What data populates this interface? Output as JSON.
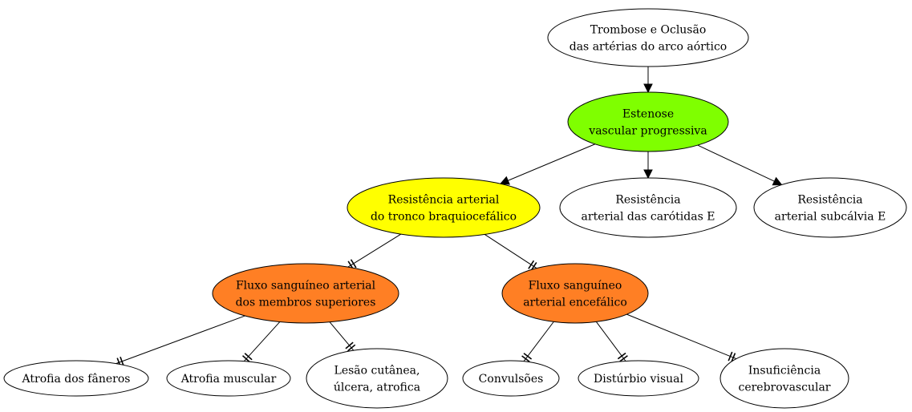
{
  "nodes": [
    {
      "id": "trombose",
      "lines": [
        "Trombose e Oclusão",
        "das artérias do arco aórtico"
      ],
      "fill": "#ffffff"
    },
    {
      "id": "estenose",
      "lines": [
        "Estenose",
        "vascular progressiva"
      ],
      "fill": "#7fff00"
    },
    {
      "id": "res-tronco",
      "lines": [
        "Resistência arterial",
        "do tronco braquiocefálico"
      ],
      "fill": "#ffff00"
    },
    {
      "id": "res-carotidas",
      "lines": [
        "Resistência",
        "arterial das carótidas E"
      ],
      "fill": "#ffffff"
    },
    {
      "id": "res-subclavia",
      "lines": [
        "Resistência",
        "arterial subcálvia E"
      ],
      "fill": "#ffffff"
    },
    {
      "id": "fluxo-membros",
      "lines": [
        "Fluxo sanguíneo arterial",
        "dos membros superiores"
      ],
      "fill": "#ff7f24"
    },
    {
      "id": "fluxo-encefalico",
      "lines": [
        "Fluxo sanguíneo",
        "arterial encefálico"
      ],
      "fill": "#ff7f24"
    },
    {
      "id": "atrofia-faneros",
      "lines": [
        "Atrofia dos fâneros"
      ],
      "fill": "#ffffff"
    },
    {
      "id": "atrofia-muscular",
      "lines": [
        "Atrofia muscular"
      ],
      "fill": "#ffffff"
    },
    {
      "id": "lesao-cutanea",
      "lines": [
        "Lesão cutânea,",
        "úlcera, atrofica"
      ],
      "fill": "#ffffff"
    },
    {
      "id": "convulsoes",
      "lines": [
        "Convulsões"
      ],
      "fill": "#ffffff"
    },
    {
      "id": "disturbio-visual",
      "lines": [
        "Distúrbio visual"
      ],
      "fill": "#ffffff"
    },
    {
      "id": "insuficiencia",
      "lines": [
        "Insuficiência",
        "cerebrovascular"
      ],
      "fill": "#ffffff"
    }
  ],
  "edges": [
    {
      "from": "trombose",
      "to": "estenose",
      "type": "arrow"
    },
    {
      "from": "estenose",
      "to": "res-tronco",
      "type": "arrow"
    },
    {
      "from": "estenose",
      "to": "res-carotidas",
      "type": "arrow"
    },
    {
      "from": "estenose",
      "to": "res-subclavia",
      "type": "arrow"
    },
    {
      "from": "res-tronco",
      "to": "fluxo-membros",
      "type": "tee"
    },
    {
      "from": "res-tronco",
      "to": "fluxo-encefalico",
      "type": "tee"
    },
    {
      "from": "fluxo-membros",
      "to": "atrofia-faneros",
      "type": "tee"
    },
    {
      "from": "fluxo-membros",
      "to": "atrofia-muscular",
      "type": "tee"
    },
    {
      "from": "fluxo-membros",
      "to": "lesao-cutanea",
      "type": "tee"
    },
    {
      "from": "fluxo-encefalico",
      "to": "convulsoes",
      "type": "tee"
    },
    {
      "from": "fluxo-encefalico",
      "to": "disturbio-visual",
      "type": "tee"
    },
    {
      "from": "fluxo-encefalico",
      "to": "insuficiencia",
      "type": "tee"
    }
  ]
}
